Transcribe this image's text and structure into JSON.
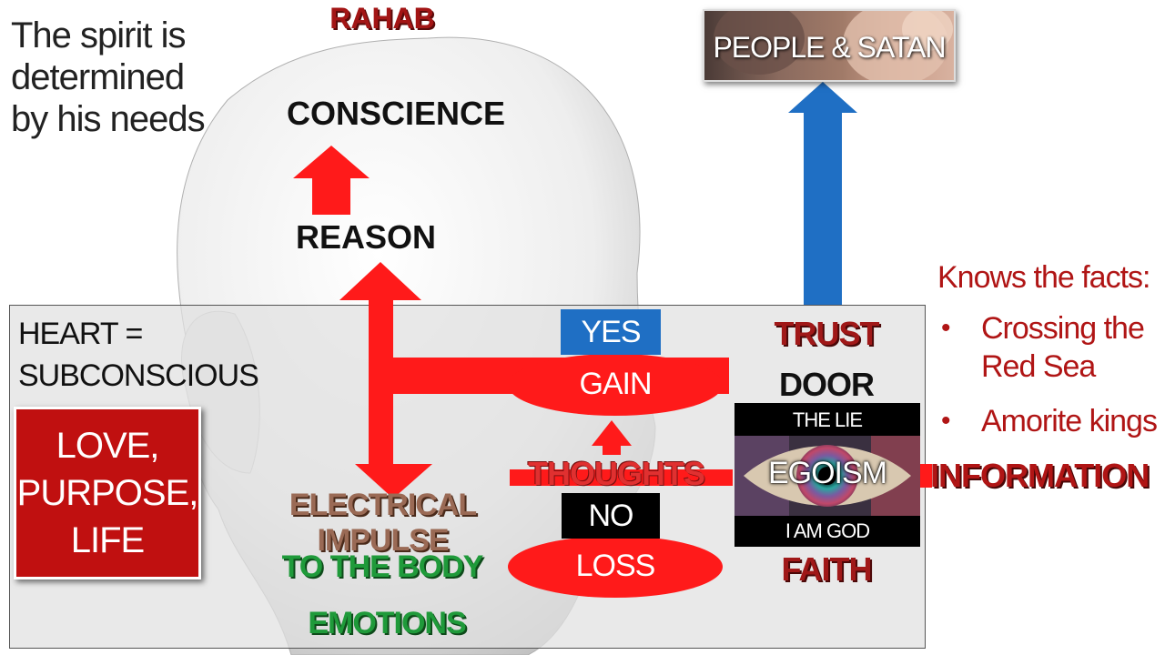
{
  "intro": {
    "text": "The spirit is determined by his needs"
  },
  "top": {
    "rahab": "RAHAB",
    "conscience": "CONSCIENCE",
    "reason": "REASON"
  },
  "heart": {
    "label_line1": "HEART =",
    "label_line2": "SUBCONSCIOUS",
    "love_lines": [
      "LOVE,",
      "PURPOSE,",
      "LIFE"
    ]
  },
  "flow": {
    "yes": "YES",
    "gain": "GAIN",
    "thoughts": "THOUGHTS",
    "no": "NO",
    "loss": "LOSS",
    "impulse": "ELECTRICAL IMPULSE",
    "to_body": "TO THE BODY",
    "emotions": "EMOTIONS"
  },
  "right_column": {
    "trust": "TRUST",
    "door": "DOOR",
    "the_lie": "THE LIE",
    "egoism": "EGOISM",
    "i_am_god": "I AM GOD",
    "faith": "FAITH",
    "information": "INFORMATION"
  },
  "people": {
    "label": "PEOPLE & SATAN"
  },
  "facts": {
    "title": "Knows the facts:",
    "items": [
      {
        "line1": "Crossing the",
        "line2": "Red Sea"
      },
      {
        "line1": "Amorite kings",
        "line2": ""
      }
    ]
  },
  "colors": {
    "arrow_red": "#ff1a1a",
    "arrow_blue": "#1f6fc4",
    "box_red": "#c01010",
    "text_dark_red": "#a01818",
    "green": "#1f9a3a"
  }
}
